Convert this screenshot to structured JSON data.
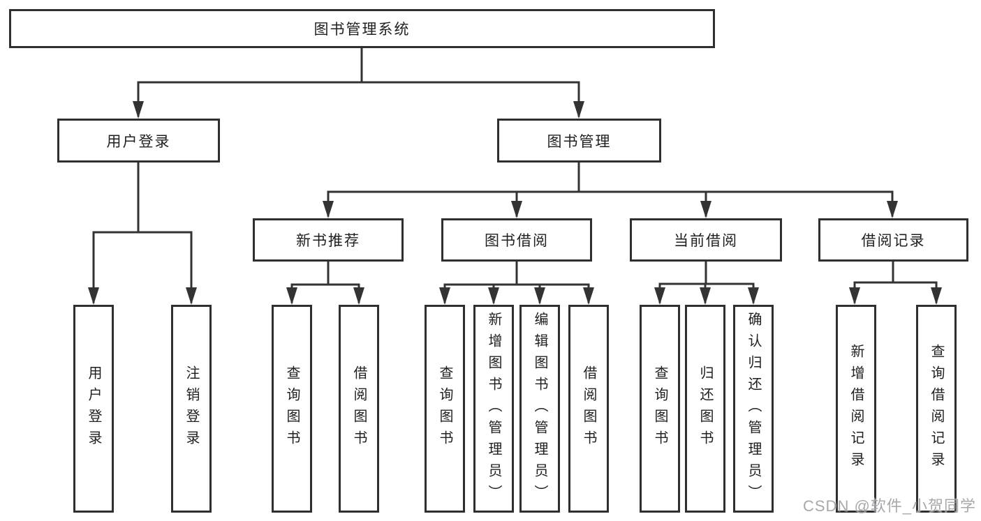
{
  "watermark": {
    "text": "CSDN @软件_小贺同学"
  },
  "diagram": {
    "type": "hierarchy-tree",
    "colors": {
      "background": "#ffffff",
      "line": "#333333",
      "box_border": "#2f2f2f",
      "text": "#1f1f1f",
      "watermark": "#96999e"
    },
    "root": {
      "label": "图书管理系统",
      "children": [
        {
          "label": "用户登录",
          "children": [
            {
              "label": "用户登录"
            },
            {
              "label": "注销登录"
            }
          ]
        },
        {
          "label": "图书管理",
          "children": [
            {
              "label": "新书推荐",
              "children": [
                {
                  "label": "查询图书"
                },
                {
                  "label": "借阅图书"
                }
              ]
            },
            {
              "label": "图书借阅",
              "children": [
                {
                  "label": "查询图书"
                },
                {
                  "label": "新增图书（管理员）"
                },
                {
                  "label": "编辑图书（管理员）"
                },
                {
                  "label": "借阅图书"
                }
              ]
            },
            {
              "label": "当前借阅",
              "children": [
                {
                  "label": "查询图书"
                },
                {
                  "label": "归还图书"
                },
                {
                  "label": "确认归还（管理员）"
                }
              ]
            },
            {
              "label": "借阅记录",
              "children": [
                {
                  "label": "新增借阅记录"
                },
                {
                  "label": "查询借阅记录"
                }
              ]
            }
          ]
        }
      ]
    }
  }
}
